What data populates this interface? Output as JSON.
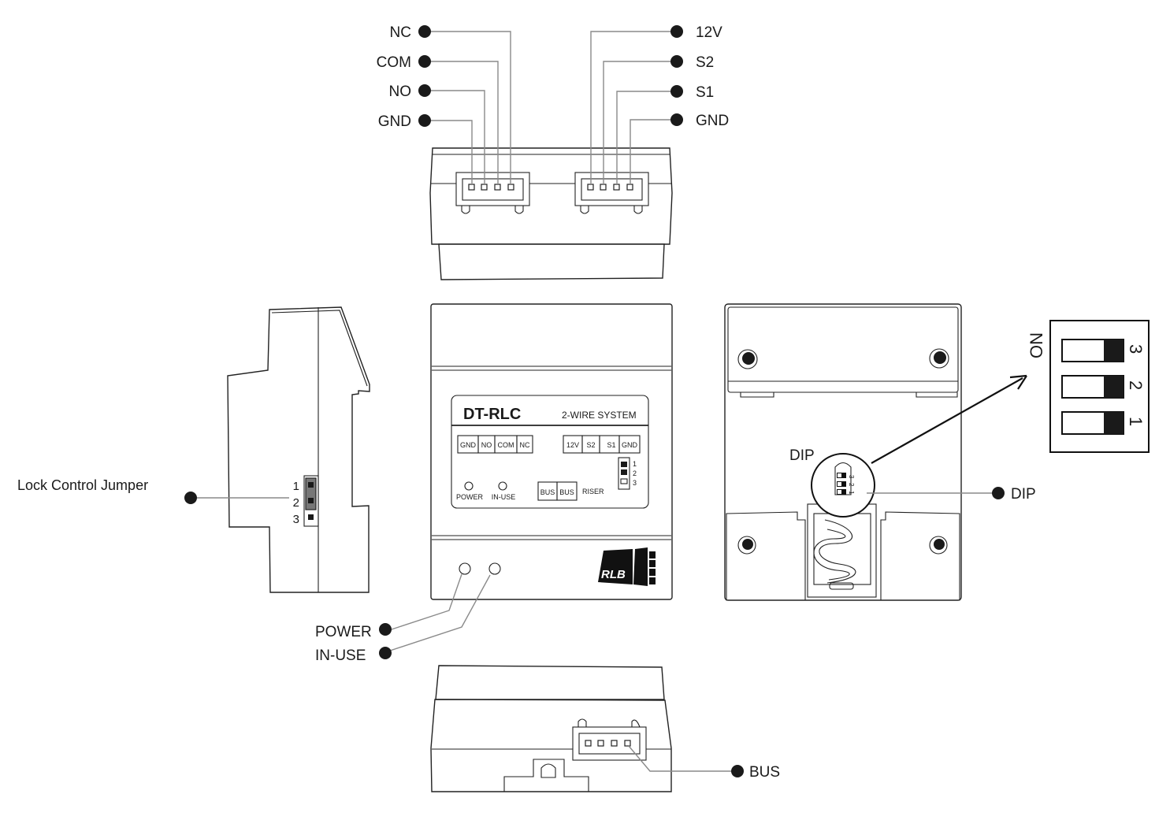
{
  "diagram": {
    "product": {
      "model": "DT-RLC",
      "subtitle": "2-WIRE SYSTEM",
      "brand": "RLB"
    },
    "top_view": {
      "left_connector": {
        "callouts": [
          "NC",
          "COM",
          "NO",
          "GND"
        ]
      },
      "right_connector": {
        "callouts": [
          "12V",
          "S2",
          "S1",
          "GND"
        ]
      }
    },
    "front_panel": {
      "left_terminals": [
        "GND",
        "NO",
        "COM",
        "NC"
      ],
      "right_terminals": [
        "12V",
        "S2",
        "S1",
        "GND"
      ],
      "bus_terminals": [
        "BUS",
        "BUS"
      ],
      "riser_label": "RISER",
      "jumper_numbers": [
        "1",
        "2",
        "3"
      ],
      "led_labels": [
        "POWER",
        "IN-USE"
      ]
    },
    "side_view": {
      "callout": "Lock Control Jumper",
      "jumper_numbers": [
        "1",
        "2",
        "3"
      ],
      "jumper_setting": "1-2"
    },
    "led_callouts": [
      "POWER",
      "IN-USE"
    ],
    "back_view": {
      "dip_label": "DIP",
      "dip_callout": "DIP",
      "dip_small_numbers": [
        "1",
        "2",
        "3"
      ]
    },
    "dip_detail": {
      "on_label": "ON",
      "switches": [
        {
          "number": "3",
          "state": "off"
        },
        {
          "number": "2",
          "state": "off"
        },
        {
          "number": "1",
          "state": "off"
        }
      ]
    },
    "bottom_view": {
      "callout": "BUS"
    }
  }
}
